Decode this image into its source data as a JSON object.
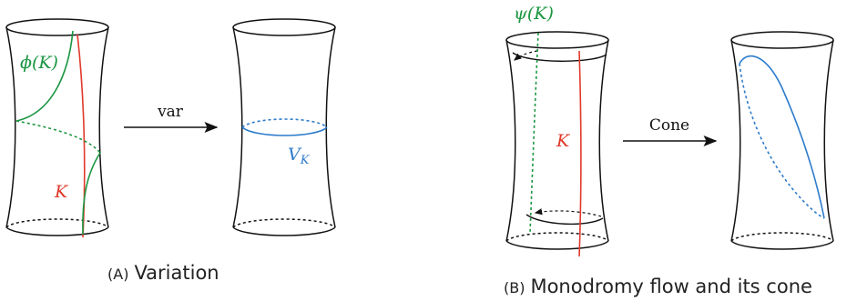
{
  "panel_a": {
    "caption_tag": "(A)",
    "caption_text": "Variation",
    "label_phi_k": "ϕ(K)",
    "label_k": "K",
    "arrow_label": "var",
    "label_v_k": "V",
    "label_v_k_sub": "K"
  },
  "panel_b": {
    "caption_tag": "(B)",
    "caption_text": "Monodromy flow and its cone",
    "label_psi_k": "ψ(K)",
    "label_k": "K",
    "arrow_label": "Cone"
  },
  "colors": {
    "green": "#1a9641",
    "red": "#e0392b",
    "blue": "#2c7bcb",
    "black": "#111111"
  }
}
